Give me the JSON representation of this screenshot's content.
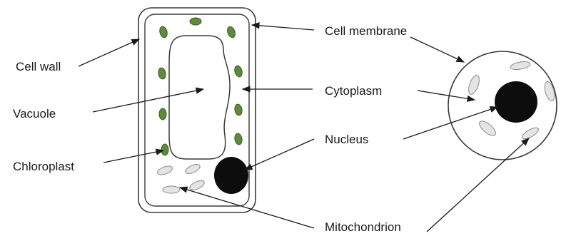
{
  "labels": {
    "cell_wall": "Cell wall",
    "vacuole": "Vacuole",
    "chloroplast": "Chloroplast",
    "cell_membrane": "Cell membrane",
    "cytoplasm": "Cytoplasm",
    "nucleus": "Nucleus",
    "mitochondrion": "Mitochondrion"
  },
  "colors": {
    "outline": "#3a3a3a",
    "arrow": "#1a1a1a",
    "chloroplast_fill": "#5f8a3c",
    "chloroplast_stroke": "#3c5f22",
    "nucleus_fill": "#0d0d0d",
    "mitochondrion_fill": "#e4e4e4",
    "mitochondrion_stroke": "#8a8a8a",
    "background": "#ffffff"
  }
}
